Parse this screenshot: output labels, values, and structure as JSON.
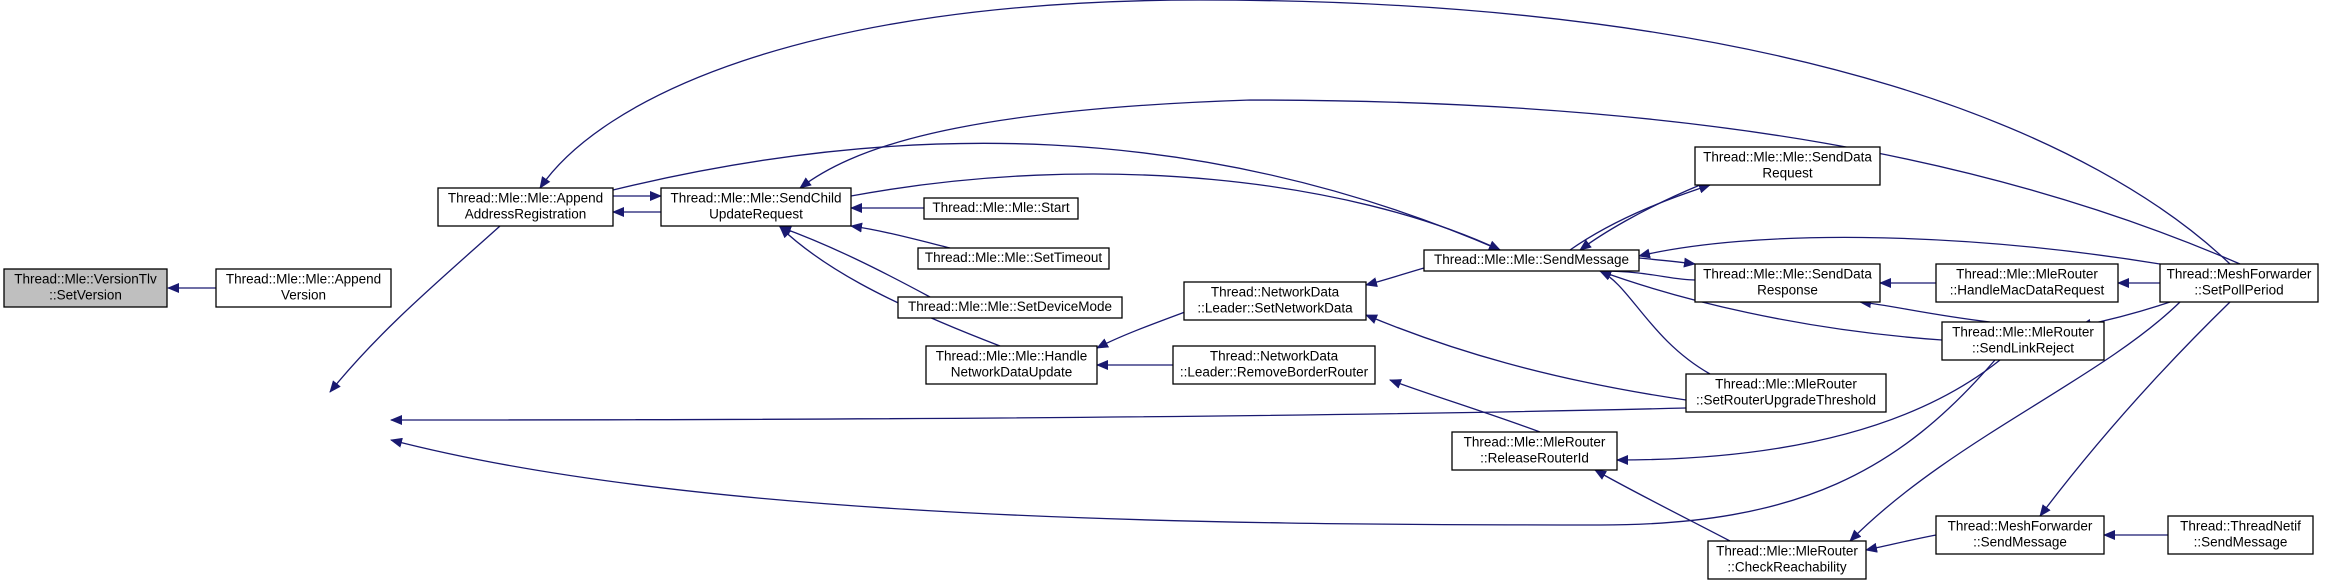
{
  "graph": {
    "colors": {
      "edge": "#191970",
      "node_border": "#000000",
      "node_fill": "#ffffff",
      "highlight_fill": "#bfbfbf"
    },
    "nodes": [
      {
        "id": "n_setversion",
        "lines": [
          "Thread::Mle::VersionTlv",
          "::SetVersion"
        ],
        "highlight": true
      },
      {
        "id": "n_appendversion",
        "lines": [
          "Thread::Mle::Mle::Append",
          "Version"
        ]
      },
      {
        "id": "n_appendaddr",
        "lines": [
          "Thread::Mle::Mle::Append",
          "AddressRegistration"
        ]
      },
      {
        "id": "n_sendchild",
        "lines": [
          "Thread::Mle::Mle::SendChild",
          "UpdateRequest"
        ]
      },
      {
        "id": "n_start",
        "lines": [
          "Thread::Mle::Mle::Start"
        ]
      },
      {
        "id": "n_settimeout",
        "lines": [
          "Thread::Mle::Mle::SetTimeout"
        ]
      },
      {
        "id": "n_setdevicemode",
        "lines": [
          "Thread::Mle::Mle::SetDeviceMode"
        ]
      },
      {
        "id": "n_handlenetdata",
        "lines": [
          "Thread::Mle::Mle::Handle",
          "NetworkDataUpdate"
        ]
      },
      {
        "id": "n_setnetdata",
        "lines": [
          "Thread::NetworkData",
          "::Leader::SetNetworkData"
        ]
      },
      {
        "id": "n_removebr",
        "lines": [
          "Thread::NetworkData",
          "::Leader::RemoveBorderRouter"
        ]
      },
      {
        "id": "n_sendmessage",
        "lines": [
          "Thread::Mle::Mle::SendMessage"
        ]
      },
      {
        "id": "n_releaserid",
        "lines": [
          "Thread::Mle::MleRouter",
          "::ReleaseRouterId"
        ]
      },
      {
        "id": "n_checkreach",
        "lines": [
          "Thread::Mle::MleRouter",
          "::CheckReachability"
        ]
      },
      {
        "id": "n_senddatareq",
        "lines": [
          "Thread::Mle::Mle::SendData",
          "Request"
        ]
      },
      {
        "id": "n_senddataresp",
        "lines": [
          "Thread::Mle::Mle::SendData",
          "Response"
        ]
      },
      {
        "id": "n_setrut",
        "lines": [
          "Thread::Mle::MleRouter",
          "::SetRouterUpgradeThreshold"
        ]
      },
      {
        "id": "n_handlemac",
        "lines": [
          "Thread::Mle::MleRouter",
          "::HandleMacDataRequest"
        ]
      },
      {
        "id": "n_sendlinkreject",
        "lines": [
          "Thread::Mle::MleRouter",
          "::SendLinkReject"
        ]
      },
      {
        "id": "n_mfsendmsg",
        "lines": [
          "Thread::MeshForwarder",
          "::SendMessage"
        ]
      },
      {
        "id": "n_setpoll",
        "lines": [
          "Thread::MeshForwarder",
          "::SetPollPeriod"
        ]
      },
      {
        "id": "n_netifsend",
        "lines": [
          "Thread::ThreadNetif",
          "::SendMessage"
        ]
      }
    ],
    "edges": [
      {
        "from": "n_appendversion",
        "to": "n_setversion"
      },
      {
        "from": "n_appendaddr",
        "to": "n_appendversion"
      },
      {
        "from": "n_handlenetdata",
        "to": "n_sendchild"
      },
      {
        "from": "n_setnetdata",
        "to": "n_handlenetdata"
      },
      {
        "from": "n_removebr",
        "to": "n_handlenetdata"
      },
      {
        "from": "n_setrut",
        "to": "n_appendversion"
      },
      {
        "from": "n_sendlinkreject",
        "to": "n_appendversion"
      },
      {
        "from": "n_sendchild",
        "to": "n_appendaddr"
      },
      {
        "from": "n_appendaddr",
        "to": "n_sendchild"
      },
      {
        "from": "n_start",
        "to": "n_sendchild"
      },
      {
        "from": "n_settimeout",
        "to": "n_sendchild"
      },
      {
        "from": "n_setdevicemode",
        "to": "n_sendchild"
      },
      {
        "from": "n_appendaddr",
        "to": "n_sendmessage"
      },
      {
        "from": "n_sendchild",
        "to": "n_sendmessage"
      },
      {
        "from": "n_senddatareq",
        "to": "n_sendmessage"
      },
      {
        "from": "n_senddataresp",
        "to": "n_sendmessage"
      },
      {
        "from": "n_setrut",
        "to": "n_sendmessage"
      },
      {
        "from": "n_sendlinkreject",
        "to": "n_sendmessage"
      },
      {
        "from": "n_sendmessage",
        "to": "n_senddatareq"
      },
      {
        "from": "n_sendmessage",
        "to": "n_senddataresp"
      },
      {
        "from": "n_sendmessage",
        "to": "n_setnetdata"
      },
      {
        "from": "n_setrut",
        "to": "n_setnetdata"
      },
      {
        "from": "n_releaserid",
        "to": "n_removebr"
      },
      {
        "from": "n_checkreach",
        "to": "n_releaserid"
      },
      {
        "from": "n_sendlinkreject",
        "to": "n_releaserid"
      },
      {
        "from": "n_sendlinkreject",
        "to": "n_senddataresp"
      },
      {
        "from": "n_handlemac",
        "to": "n_senddataresp"
      },
      {
        "from": "n_setpoll",
        "to": "n_handlemac"
      },
      {
        "from": "n_setpoll",
        "to": "n_sendlinkreject"
      },
      {
        "from": "n_setpoll",
        "to": "n_appendaddr"
      },
      {
        "from": "n_setpoll",
        "to": "n_sendchild"
      },
      {
        "from": "n_setpoll",
        "to": "n_sendmessage"
      },
      {
        "from": "n_setpoll",
        "to": "n_checkreach"
      },
      {
        "from": "n_setpoll",
        "to": "n_mfsendmsg"
      },
      {
        "from": "n_mfsendmsg",
        "to": "n_checkreach"
      },
      {
        "from": "n_netifsend",
        "to": "n_mfsendmsg"
      }
    ]
  }
}
